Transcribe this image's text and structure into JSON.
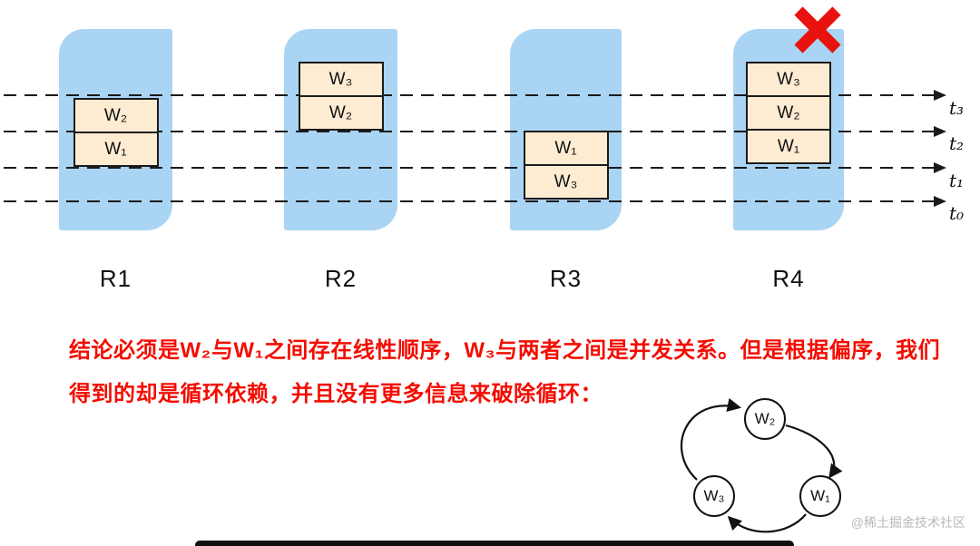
{
  "replicas": [
    {
      "name": "R1",
      "writes": [
        "W₂",
        "W₁"
      ],
      "rejected": false
    },
    {
      "name": "R2",
      "writes": [
        "W₃",
        "W₂"
      ],
      "rejected": false
    },
    {
      "name": "R3",
      "writes": [
        "W₁",
        "W₃"
      ],
      "rejected": false
    },
    {
      "name": "R4",
      "writes": [
        "W₃",
        "W₂",
        "W₁"
      ],
      "rejected": true
    }
  ],
  "timeline_labels": [
    "t₃",
    "t₂",
    "t₁",
    "t₀"
  ],
  "caption": {
    "line1": "结论必须是W₂与W₁之间存在线性顺序，W₃与两者之间是并发关系。但是根据偏序，我们",
    "line2": "得到的却是循环依赖，并且没有更多信息来破除循环："
  },
  "cycle": {
    "top_node": "W₂",
    "bottom_left_node": "W₃",
    "bottom_right_node": "W₁",
    "edges": [
      "W₃→W₂",
      "W₂→W₁",
      "W₁→W₃"
    ]
  },
  "watermark": "@稀土掘金技术社区",
  "colors": {
    "replica_fill": "#aad4f3",
    "write_fill": "#fdebd2",
    "line_color": "#1a1a1a",
    "reject_x": "#e8130e",
    "caption_text": "#f30d02"
  }
}
